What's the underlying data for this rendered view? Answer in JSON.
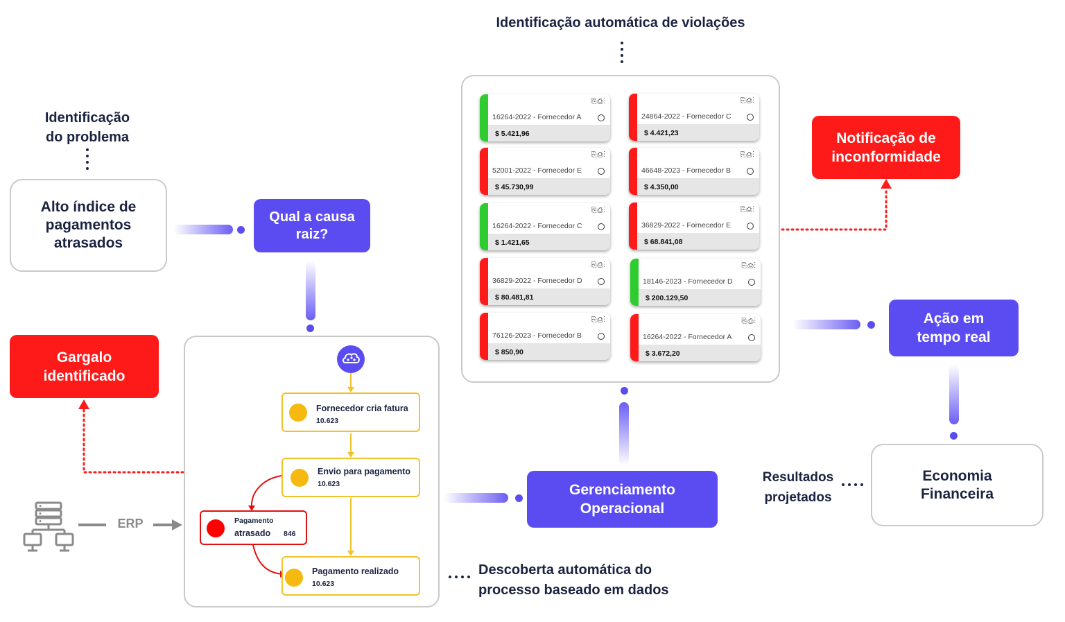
{
  "header": {
    "violations_title": "Identificação automática de violações"
  },
  "problem": {
    "label_top": "Identificação",
    "label_bottom": "do problema",
    "box": "Alto índice de pagamentos atrasados"
  },
  "root_cause": "Qual a causa raiz?",
  "bottleneck": "Gargalo identificado",
  "notification": "Notificação de inconformidade",
  "realtime": "Ação em tempo real",
  "economy": "Economia Financeira",
  "projected": {
    "line1": "Resultados",
    "line2": "projetados"
  },
  "operational": "Gerenciamento Operacional",
  "discovery": {
    "line1": "Descoberta automática do",
    "line2": "processo baseado em dados"
  },
  "erp": "ERP",
  "colors": {
    "purple": "#5b4cf2",
    "red": "#ff1a1a",
    "green": "#2ecc2e",
    "yellow": "#f5b90f",
    "dark": "#1b2340"
  },
  "invoices": [
    {
      "ref": "16264-2022 - Fornecedor A",
      "amount": "$ 5.421,96",
      "status": "green"
    },
    {
      "ref": "24864-2022 - Fornecedor C",
      "amount": "$ 4.421,23",
      "status": "red"
    },
    {
      "ref": "52001-2022 - Fornecedor E",
      "amount": "$ 45.730,99",
      "status": "red"
    },
    {
      "ref": "46648-2023 - Fornecedor B",
      "amount": "$ 4.350,00",
      "status": "red"
    },
    {
      "ref": "16264-2022 - Fornecedor C",
      "amount": "$ 1.421,65",
      "status": "green"
    },
    {
      "ref": "36829-2022 - Fornecedor E",
      "amount": "$ 68.841,08",
      "status": "red"
    },
    {
      "ref": "36829-2022 - Fornecedor D",
      "amount": "$ 80.481,81",
      "status": "red"
    },
    {
      "ref": "18146-2023 - Fornecedor D",
      "amount": "$ 200.129,50",
      "status": "green"
    },
    {
      "ref": "76126-2023 - Fornecedor B",
      "amount": "$ 850,90",
      "status": "red"
    },
    {
      "ref": "16264-2022 - Fornecedor A",
      "amount": "$ 3.672,20",
      "status": "red"
    }
  ],
  "process": {
    "steps": [
      {
        "title": "Fornecedor cria fatura",
        "count": "10.623"
      },
      {
        "title": "Envio para pagamento",
        "count": "10.623"
      },
      {
        "title": "Pagamento realizado",
        "count": "10.623"
      }
    ],
    "late": {
      "title_top": "Pagamento",
      "title_bottom": "atrasado",
      "count": "846"
    }
  }
}
